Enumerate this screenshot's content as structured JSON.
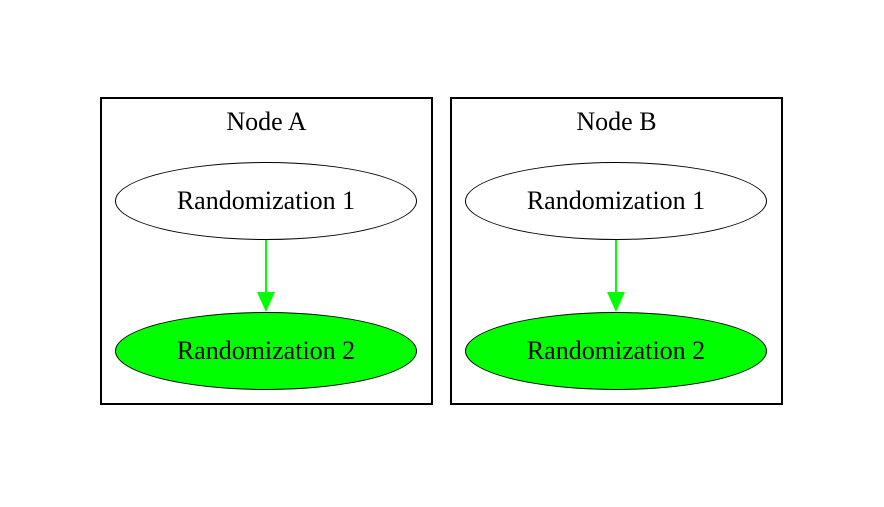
{
  "diagram": {
    "background_color": "#ffffff",
    "stroke_color": "#000000",
    "edge_color": "#00ff00",
    "clusters": [
      {
        "title": "Node A",
        "nodes": [
          {
            "label": "Randomization 1",
            "fill": "#ffffff"
          },
          {
            "label": "Randomization 2",
            "fill": "#00ff00"
          }
        ],
        "edge": {
          "from": "Randomization 1",
          "to": "Randomization 2",
          "color": "#00ff00",
          "direction": "down"
        }
      },
      {
        "title": "Node B",
        "nodes": [
          {
            "label": "Randomization 1",
            "fill": "#ffffff"
          },
          {
            "label": "Randomization 2",
            "fill": "#00ff00"
          }
        ],
        "edge": {
          "from": "Randomization 1",
          "to": "Randomization 2",
          "color": "#00ff00",
          "direction": "down"
        }
      }
    ]
  }
}
